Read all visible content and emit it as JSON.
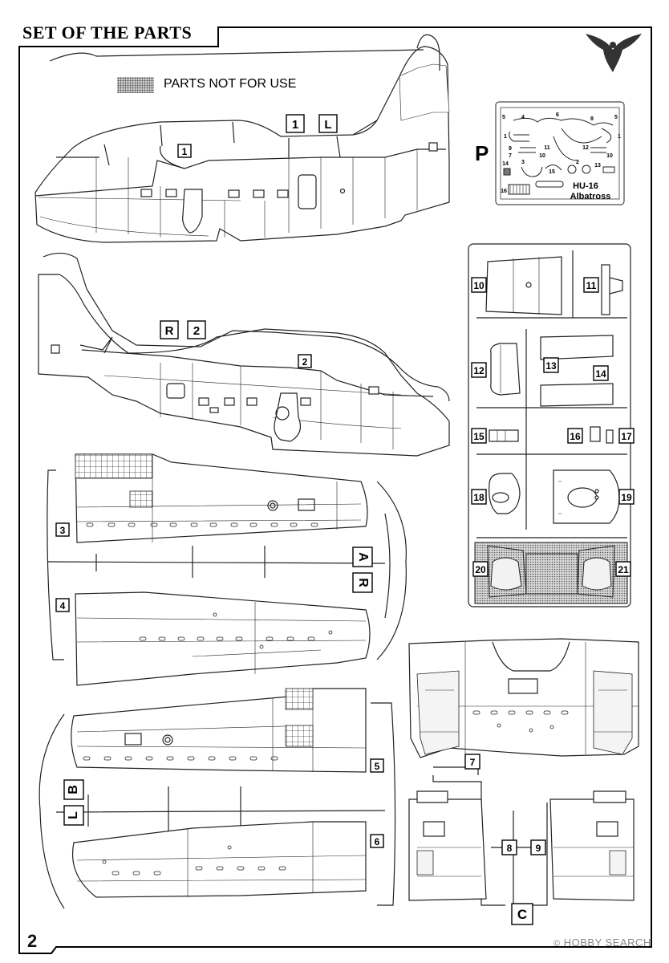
{
  "page": {
    "title": "SET OF THE PARTS",
    "legend": "PARTS NOT FOR USE",
    "page_number": "2",
    "watermark_prefix": "©",
    "watermark": "HOBBY SEARCH"
  },
  "photo_etch": {
    "sprue_letter": "P",
    "label_line1": "HU-16",
    "label_line2": "Albatross",
    "numbers": [
      "1",
      "2",
      "3",
      "4",
      "5",
      "6",
      "7",
      "8",
      "9",
      "10",
      "11",
      "12",
      "13",
      "14",
      "15",
      "16"
    ]
  },
  "fuselage": {
    "left_letter": "L",
    "left_part": "1",
    "right_letter": "R",
    "right_part": "2",
    "callout_left": "1",
    "callout_right": "2"
  },
  "sprue_a": {
    "letter": "A",
    "parts": [
      "3",
      "4"
    ]
  },
  "sprue_b": {
    "letter": "B",
    "left_letter": "L",
    "parts": [
      "5",
      "6"
    ]
  },
  "sprue_c": {
    "letter": "C",
    "parts": [
      "7",
      "8",
      "9"
    ]
  },
  "sprue_d": {
    "parts": [
      "10",
      "11",
      "12",
      "13",
      "14",
      "15",
      "16",
      "17",
      "18",
      "19",
      "20",
      "21"
    ]
  },
  "colors": {
    "line": "#222222",
    "fill": "#ffffff",
    "shade": "#cfcfcf"
  }
}
